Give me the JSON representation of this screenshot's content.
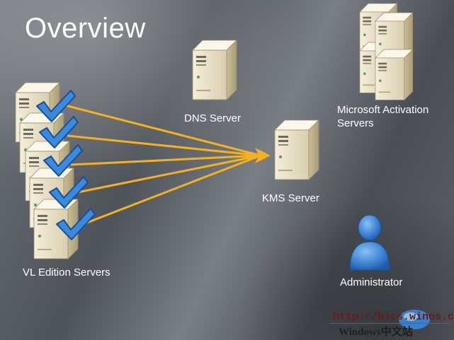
{
  "title": "Overview",
  "labels": {
    "dns": "DNS Server",
    "kms": "KMS Server",
    "microsoft_line1": "Microsoft Activation",
    "microsoft_line2": "Servers",
    "vl": "VL Edition Servers",
    "admin": "Administrator"
  },
  "watermark": {
    "line1": "http://blcs.winos.cn",
    "line2": "Windows中文站"
  },
  "colors": {
    "arrow": "#f5b120",
    "check": "#2f7bd0",
    "server_body": "#e9e1c6",
    "admin": "#3f86d6"
  },
  "icons": [
    "server-icon",
    "check-icon",
    "person-icon",
    "arrow-icon"
  ]
}
